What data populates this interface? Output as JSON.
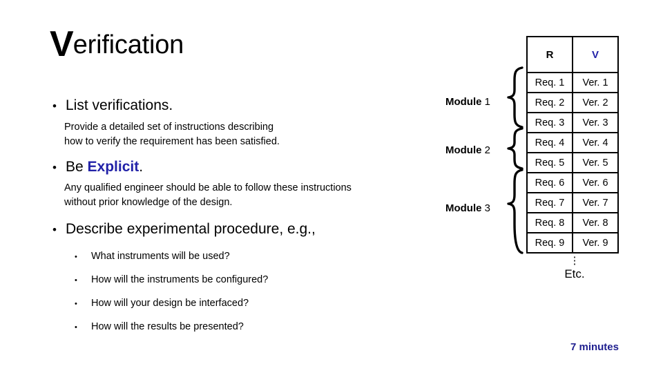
{
  "slide": {
    "title_dropcap": "V",
    "title_rest": "erification"
  },
  "bullets": [
    {
      "marker": "•",
      "text": "List verifications.",
      "detail": [
        "Provide a detailed set of instructions describing",
        "how to verify the requirement has been satisfied."
      ]
    },
    {
      "marker": "•",
      "text_before": "Be ",
      "emphasis": "Explicit",
      "text_after": ".",
      "detail": [
        "Any qualified engineer should be able to follow these instructions",
        "without prior knowledge of the design."
      ]
    },
    {
      "marker": "•",
      "text": "Describe experimental procedure, e.g.,"
    }
  ],
  "sub_bullets": [
    {
      "marker": "•",
      "text": "What instruments will be used?"
    },
    {
      "marker": "•",
      "text": "How will the instruments be configured?"
    },
    {
      "marker": "•",
      "text": "How will your design be interfaced?"
    },
    {
      "marker": "•",
      "text": "How will the results be presented?"
    }
  ],
  "table": {
    "headers": [
      "R",
      "V"
    ],
    "rows": [
      [
        "Req. 1",
        "Ver. 1"
      ],
      [
        "Req. 2",
        "Ver. 2"
      ],
      [
        "Req. 3",
        "Ver. 3"
      ],
      [
        "Req. 4",
        "Ver. 4"
      ],
      [
        "Req. 5",
        "Ver. 5"
      ],
      [
        "Req. 6",
        "Ver. 6"
      ],
      [
        "Req. 7",
        "Ver. 7"
      ],
      [
        "Req. 8",
        "Ver. 8"
      ],
      [
        "Req. 9",
        "Ver. 9"
      ]
    ]
  },
  "modules": [
    {
      "name": "Module",
      "number": "1"
    },
    {
      "name": "Module",
      "number": "2"
    },
    {
      "name": "Module",
      "number": "3"
    }
  ],
  "etc": {
    "dots": "⋮",
    "label": "Etc."
  },
  "footer": {
    "timing": "7 minutes"
  },
  "colors": {
    "accent_blue": "#2222A8",
    "footer_blue": "#1F1F8F",
    "text_black": "#000000",
    "background": "#ffffff"
  }
}
